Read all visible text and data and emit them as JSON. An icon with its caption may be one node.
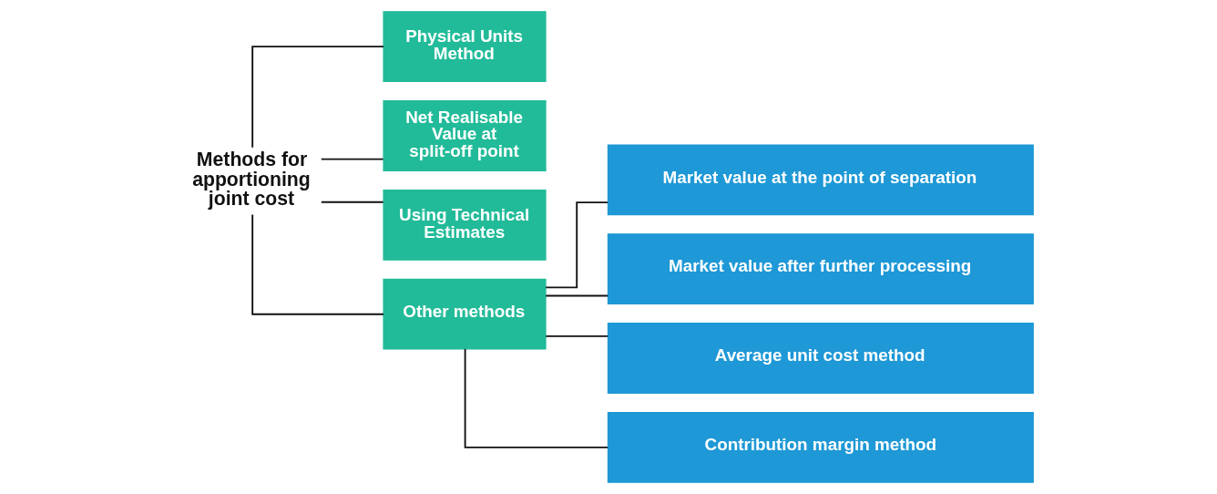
{
  "diagram": {
    "nodes": [
      {
        "text": [
          "Methods for apportioning joint cost"
        ]
      },
      {
        "text": [
          "Physical Units Method"
        ]
      },
      {
        "text": [
          "Net Realisable Value at split-off point"
        ]
      },
      {
        "text": [
          "Using Technical Estimates"
        ]
      },
      {
        "text": [
          "Other methods"
        ]
      },
      {
        "text": [
          "Market value at the point of separation"
        ]
      },
      {
        "text": [
          "Market value after further processing"
        ]
      },
      {
        "text": [
          "Average unit cost method"
        ]
      },
      {
        "text": [
          "Contribution margin method"
        ]
      }
    ],
    "edges": [
      {
        "from": 0,
        "to": 1,
        "arrow": "none"
      },
      {
        "from": 0,
        "to": 2,
        "arrow": "none"
      },
      {
        "from": 0,
        "to": 3,
        "arrow": "none"
      },
      {
        "from": 0,
        "to": 4,
        "arrow": "none"
      },
      {
        "from": 4,
        "to": 5,
        "arrow": "none"
      },
      {
        "from": 4,
        "to": 6,
        "arrow": "none"
      },
      {
        "from": 4,
        "to": 7,
        "arrow": "none"
      },
      {
        "from": 4,
        "to": 8,
        "arrow": "none"
      }
    ]
  }
}
